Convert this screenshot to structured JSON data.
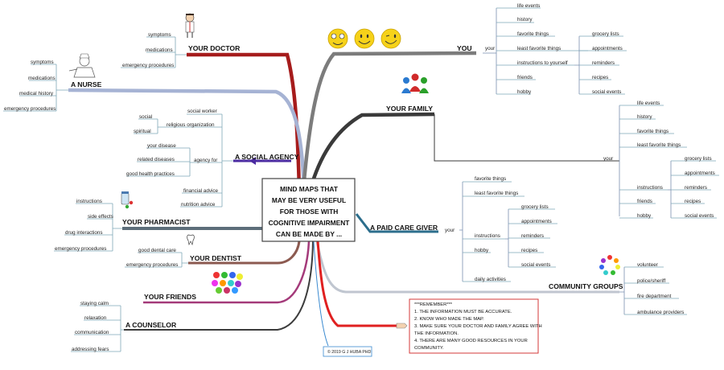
{
  "center": {
    "lines": [
      "MIND MAPS THAT",
      "MAY BE VERY USEFUL",
      "FOR THOSE WITH",
      "COGNITIVE IMPAIRMENT",
      "CAN BE MADE BY ..."
    ]
  },
  "branches": {
    "doctor": {
      "label": "YOUR DOCTOR",
      "color": "#a61c1c",
      "items": [
        "symptoms",
        "medications",
        "emergency procedures"
      ]
    },
    "nurse": {
      "label": "A NURSE",
      "color": "#a6b3d4",
      "items": [
        "symptoms",
        "medications",
        "medical history",
        "emergency procedures"
      ]
    },
    "social": {
      "label": "A SOCIAL AGENCY",
      "color": "#4a2aa0",
      "items": [
        "social worker",
        "religious organization",
        "agency for",
        "financial advice",
        "nutrition advice"
      ],
      "religious_items": [
        "social",
        "spiritual"
      ],
      "agency_items": [
        "your disease",
        "related diseases",
        "good health practices"
      ]
    },
    "pharmacist": {
      "label": "YOUR PHARMACIST",
      "color": "#5d6e7a",
      "items": [
        "instructions",
        "side effects",
        "drug interactions",
        "emergency procedures"
      ]
    },
    "dentist": {
      "label": "YOUR DENTIST",
      "color": "#8c5a50",
      "items": [
        "good dental care",
        "emergency procedures"
      ]
    },
    "friends": {
      "label": "YOUR FRIENDS",
      "color": "#a43a7a"
    },
    "counselor": {
      "label": "A COUNSELOR",
      "color": "#3c3c3c",
      "items": [
        "staying calm",
        "relaxation",
        "communication",
        "addressing fears"
      ]
    },
    "you": {
      "label": "YOU",
      "color": "#7c7c7c",
      "sub": "your",
      "items": [
        "life events",
        "history",
        "favorite things",
        "least favorite things",
        "instructions to yourself",
        "friends",
        "hobby"
      ],
      "instruction_items": [
        "grocery lists",
        "appointments",
        "reminders",
        "recipes",
        "social events"
      ]
    },
    "family": {
      "label": "YOUR FAMILY",
      "color": "#3a3a3a",
      "sub": "your",
      "items": [
        "life events",
        "history",
        "favorite things",
        "least favorite things",
        "instructions",
        "friends",
        "hobby"
      ],
      "instruction_items": [
        "grocery lists",
        "appointments",
        "reminders",
        "recipes",
        "social events"
      ]
    },
    "caregiver": {
      "label": "A PAID CARE GIVER",
      "color": "#2c6e8c",
      "sub": "your",
      "items": [
        "favorite things",
        "least favorite things",
        "instructions",
        "hobby",
        "daily activities"
      ],
      "instruction_items": [
        "grocery lists",
        "appointments",
        "reminders",
        "recipes",
        "social events"
      ]
    },
    "community": {
      "label": "COMMUNITY GROUPS",
      "color": "#c0c6d0",
      "items": [
        "volunteer",
        "police/sheriff",
        "fire department",
        "ambulance providers"
      ]
    }
  },
  "remember": {
    "title": "***REMEMBER***",
    "lines": [
      "1. THE INFORMATION MUST BE ACCURATE.",
      "2. KNOW WHO MADE THE MAP.",
      "3. MAKE SURE YOUR DOCTOR AND FAMILY AGREE WITH",
      "    THE INFORMATION.",
      "4. THERE ARE MANY GOOD RESOURCES IN YOUR",
      "    COMMUNITY."
    ],
    "border_color": "#d63a3a",
    "branch_color": "#e02020"
  },
  "copyright": "© 2019 G J HUBA PHD",
  "icons": [
    "doctor-icon",
    "nurse-icon",
    "pills-icon",
    "tooth-icon",
    "faces-icon",
    "smiley-icons",
    "family-people-icon",
    "community-circle-icon",
    "pointing-hand-icon",
    "arrow-icon"
  ]
}
